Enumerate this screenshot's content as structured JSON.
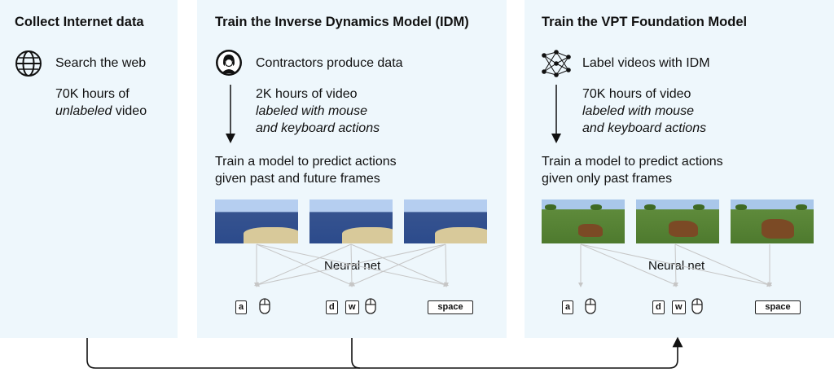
{
  "panels": {
    "collect": {
      "title": "Collect Internet data",
      "step1": "Search the web",
      "hours": "70K hours of",
      "desc_em": "unlabeled",
      "desc_rest": " video"
    },
    "idm": {
      "title": "Train the Inverse Dynamics Model (IDM)",
      "step1": "Contractors produce data",
      "hours": "2K hours of video",
      "labeled_1": "labeled with mouse",
      "labeled_2": "and keyboard actions",
      "train_1": "Train a model to predict actions",
      "train_2": "given past and future frames",
      "nn": "Neural net",
      "keys": [
        "a",
        "d",
        "w",
        "space"
      ]
    },
    "vpt": {
      "title": "Train the VPT Foundation Model",
      "step1": "Label videos with IDM",
      "hours": "70K hours of video",
      "labeled_1": "labeled with mouse",
      "labeled_2": "and keyboard actions",
      "train_1": "Train a model to predict actions",
      "train_2": "given only past frames",
      "nn": "Neural net",
      "keys": [
        "a",
        "d",
        "w",
        "space"
      ]
    }
  },
  "icons": {
    "collect": "globe-icon",
    "idm": "person-icon",
    "vpt": "neural-network-icon"
  },
  "colors": {
    "panel_bg": "#eef7fc",
    "connector": "#c6c6c6",
    "flow_line": "#111111"
  }
}
